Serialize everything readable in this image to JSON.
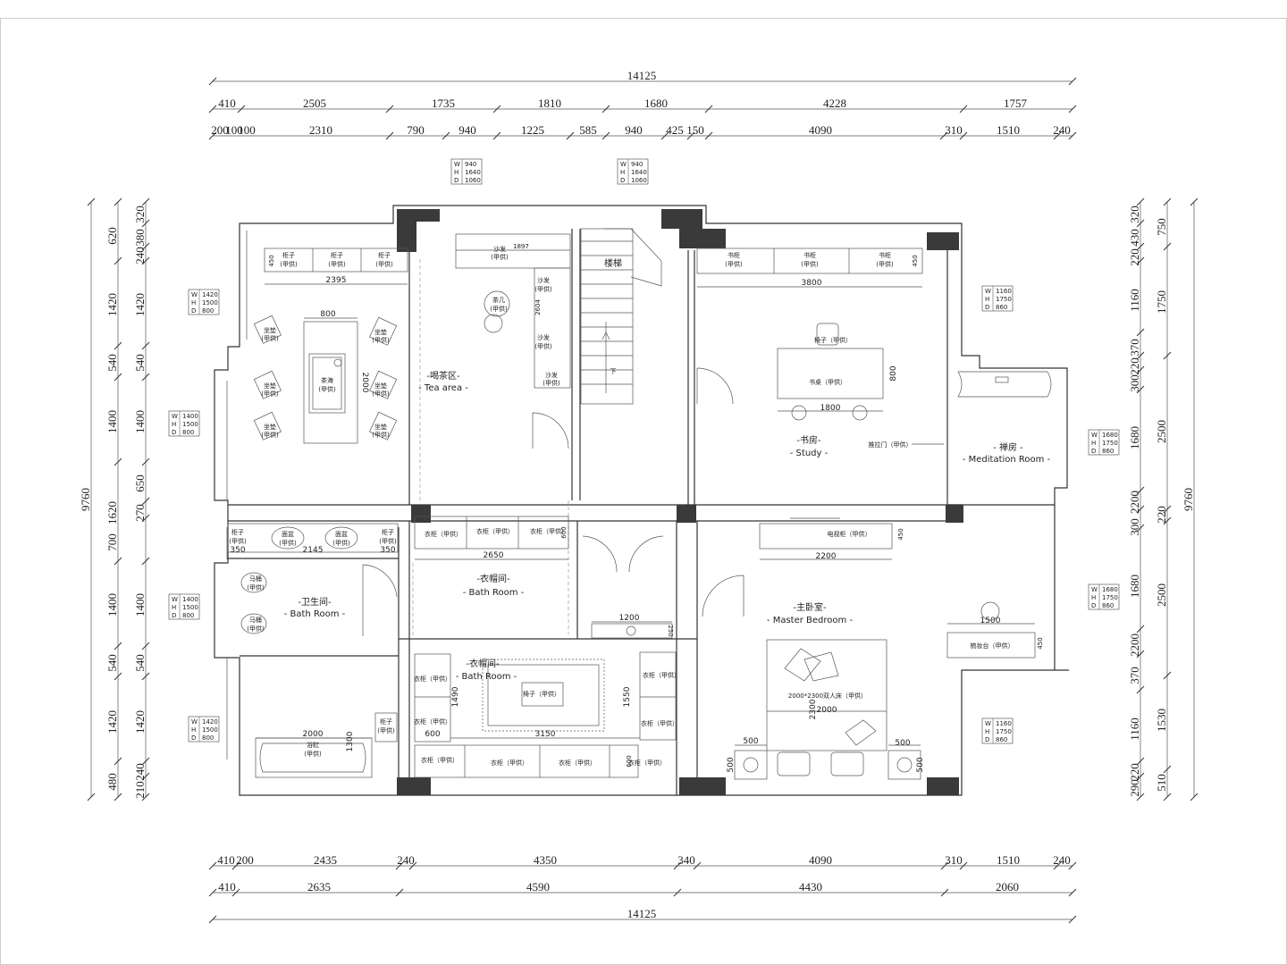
{
  "dims": {
    "top_total": "14125",
    "top_row1": [
      "410",
      "2505",
      "1735",
      "1810",
      "1680",
      "4228",
      "1757"
    ],
    "top_row2": [
      "200",
      "100",
      "100",
      "2310",
      "790",
      "940",
      "1225",
      "585",
      "940",
      "425",
      "150",
      "4090",
      "310",
      "1510",
      "240"
    ],
    "bottom_row1": [
      "410",
      "200",
      "2435",
      "240",
      "4350",
      "340",
      "4090",
      "310",
      "1510",
      "240"
    ],
    "bottom_row2": [
      "410",
      "2635",
      "4590",
      "4430",
      "2060"
    ],
    "bottom_total": "14125",
    "left_total": "9760",
    "right_total": "9760",
    "left_outer": [
      "620",
      "1420",
      "540",
      "1400",
      "1620",
      "700",
      "1400",
      "540",
      "1420",
      "480"
    ],
    "left_inner": [
      "320",
      "380",
      "240",
      "1420",
      "540",
      "1400",
      "650",
      "270",
      "1400",
      "540",
      "1420",
      "240",
      "210"
    ],
    "right_outer": [
      "750",
      "1750",
      "2500",
      "220",
      "2500",
      "1530",
      "510"
    ],
    "right_inner": [
      "320",
      "430",
      "220",
      "1160",
      "370",
      "220",
      "300",
      "1680",
      "2200",
      "300",
      "1680",
      "2200",
      "370",
      "1160",
      "220",
      "290"
    ]
  },
  "windows": [
    {
      "w": "940",
      "h": "1640",
      "d": "1060"
    },
    {
      "w": "940",
      "h": "1640",
      "d": "1060"
    },
    {
      "w": "1420",
      "h": "1500",
      "d": "800"
    },
    {
      "w": "1400",
      "h": "1500",
      "d": "800"
    },
    {
      "w": "1400",
      "h": "1500",
      "d": "800"
    },
    {
      "w": "1420",
      "h": "1500",
      "d": "800"
    },
    {
      "w": "1160",
      "h": "1750",
      "d": "860"
    },
    {
      "w": "1680",
      "h": "1750",
      "d": "860"
    },
    {
      "w": "1680",
      "h": "1750",
      "d": "860"
    },
    {
      "w": "1160",
      "h": "1750",
      "d": "860"
    }
  ],
  "rooms": {
    "tea_area": {
      "cn": "-喝茶区-",
      "en": "- Tea area -"
    },
    "study": {
      "cn": "-书房-",
      "en": "- Study -"
    },
    "meditation": {
      "cn": "- 禅房 -",
      "en": "- Meditation Room -"
    },
    "bathroom": {
      "cn": "-卫生间-",
      "en": "- Bath  Room -"
    },
    "cloakroom1": {
      "cn": "-衣帽间-",
      "en": "- Bath  Room -"
    },
    "cloakroom2": {
      "cn": "-衣帽间-",
      "en": "- Bath  Room -"
    },
    "master": {
      "cn": "-主卧室-",
      "en": "- Master Bedroom -"
    },
    "stairs": "楼梯",
    "stairs_down": "下"
  },
  "furniture": {
    "cabinet": "柜子",
    "supplied": "(甲供)",
    "cushion": "坐垫",
    "tea_sea": "茶海",
    "sofa": "沙发",
    "tea_table": "茶几",
    "bookcase": "书柜",
    "chair": "椅子（甲供）",
    "desk": "书桌（甲供）",
    "sliding_door": "推拉门（甲供）",
    "basin": "面盆",
    "wardrobe": "衣柜（甲供）",
    "toilet": "马桶",
    "bathtub": "浴缸",
    "tv_cabinet": "电视柜（甲供）",
    "dresser": "梳妆台（甲供）",
    "bed": "2000*2300双人床（甲供）",
    "chair2": "椅子（甲供）"
  },
  "measures": {
    "m2395": "2395",
    "m800": "800",
    "m2000": "2000",
    "m1897": "1897",
    "m2604": "2604",
    "m3800": "3800",
    "m450a": "450",
    "m450b": "450",
    "m800b": "800",
    "m1800": "1800",
    "m2145": "2145",
    "m350a": "350",
    "m350b": "350",
    "m2650": "2650",
    "m600": "600",
    "m2200": "2200",
    "m450c": "450",
    "m1200": "1200",
    "m250": "250",
    "m1500": "1500",
    "m450d": "450",
    "m1490": "1490",
    "m1550": "1550",
    "m3150": "3150",
    "m600b": "600",
    "m2000b": "2000",
    "m1300": "1300",
    "m2300": "2300",
    "m2000c": "2000",
    "m500a": "500",
    "m500b": "500",
    "m500c": "500",
    "m500d": "500",
    "m600c": "600"
  }
}
